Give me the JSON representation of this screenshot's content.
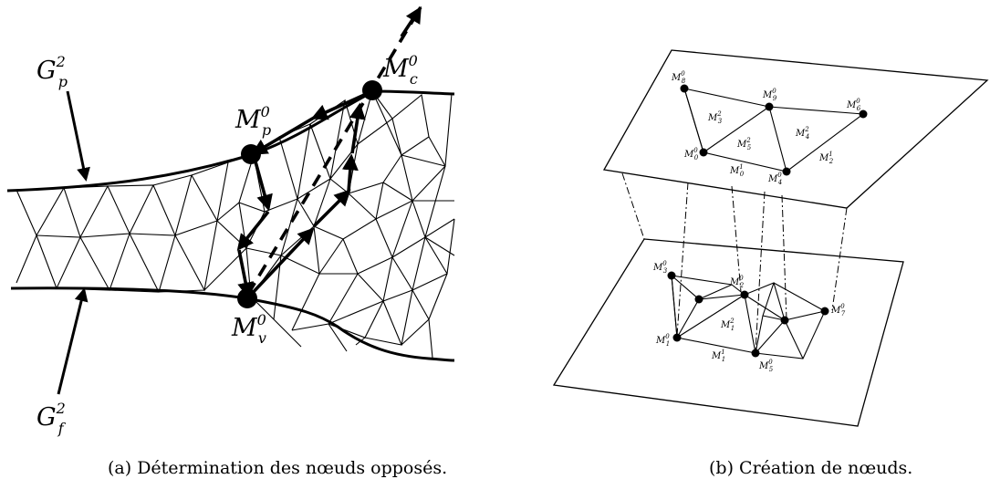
{
  "figure_a": {
    "caption": "(a) Détermination des nœuds opposés.",
    "labels": {
      "g_p": {
        "base": "G",
        "sup": "2",
        "sub": "p"
      },
      "g_f": {
        "base": "G",
        "sup": "2",
        "sub": "f"
      },
      "m_p": {
        "base": "M",
        "sup": "0",
        "sub": "p"
      },
      "m_c": {
        "base": "M",
        "sup": "0",
        "sub": "c"
      },
      "m_v": {
        "base": "M",
        "sup": "0",
        "sub": "v"
      }
    }
  },
  "figure_b": {
    "caption": "(b) Création de nœuds.",
    "top_labels": {
      "m8": {
        "base": "M",
        "sup": "0",
        "sub": "8"
      },
      "m9": {
        "base": "M",
        "sup": "0",
        "sub": "9"
      },
      "m6": {
        "base": "M",
        "sup": "0",
        "sub": "6"
      },
      "t_m3": {
        "base": "M",
        "sup": "2",
        "sub": "3"
      },
      "t_m4": {
        "base": "M",
        "sup": "2",
        "sub": "4"
      },
      "t_m5": {
        "base": "M",
        "sup": "2",
        "sub": "5"
      },
      "m0": {
        "base": "M",
        "sup": "0",
        "sub": "0"
      },
      "t_m2": {
        "base": "M",
        "sup": "1",
        "sub": "2"
      },
      "t_m1": {
        "base": "M",
        "sup": "1",
        "sub": "0"
      },
      "m4": {
        "base": "M",
        "sup": "0",
        "sub": "4"
      }
    },
    "bottom_labels": {
      "b_m3": {
        "base": "M",
        "sup": "0",
        "sub": "3"
      },
      "b_m2": {
        "base": "M",
        "sup": "0",
        "sub": "2"
      },
      "b_m7": {
        "base": "M",
        "sup": "0",
        "sub": "7"
      },
      "b_t": {
        "base": "M",
        "sup": "2",
        "sub": "1"
      },
      "b_m1": {
        "base": "M",
        "sup": "0",
        "sub": "1"
      },
      "b_e": {
        "base": "M",
        "sup": "1",
        "sub": "1"
      },
      "b_m5": {
        "base": "M",
        "sup": "0",
        "sub": "5"
      }
    }
  }
}
